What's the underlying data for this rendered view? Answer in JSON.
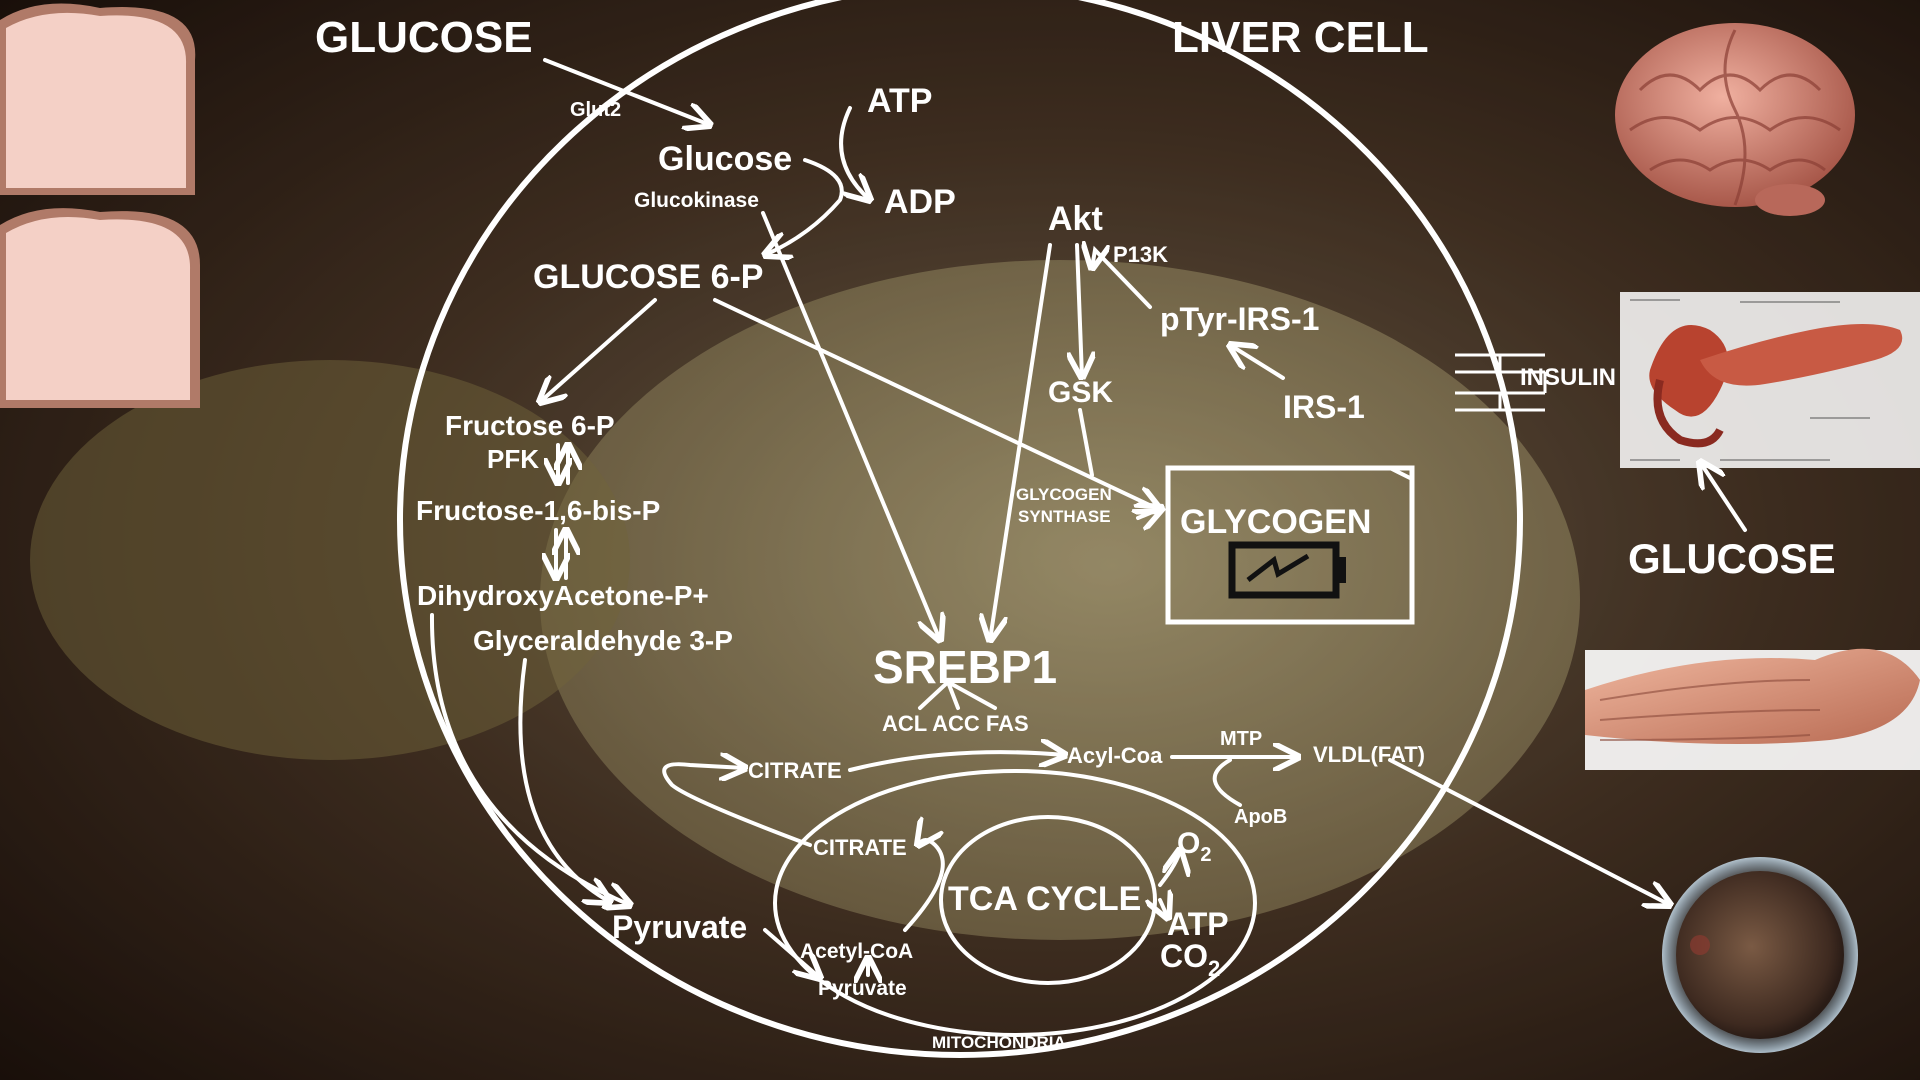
{
  "labels": {
    "glucose_top": "GLUCOSE",
    "liver_cell": "LIVER CELL",
    "glut2": "Glut2",
    "atp_top": "ATP",
    "glucose": "Glucose",
    "adp": "ADP",
    "glucokinase": "Glucokinase",
    "glucose6p": "GLUCOSE 6-P",
    "akt": "Akt",
    "p13k": "P13K",
    "ptyr_irs1": "pTyr-IRS-1",
    "irs1": "IRS-1",
    "gsk": "GSK",
    "fructose6p": "Fructose 6-P",
    "pfk": "PFK",
    "fructose16": "Fructose-1,6-bis-P",
    "dhap": "DihydroxyAcetone-P+",
    "g3p": "Glyceraldehyde 3-P",
    "glycogen_synthase_1": "GLYCOGEN",
    "glycogen_synthase_2": "SYNTHASE",
    "glycogen": "GLYCOGEN",
    "srebp1": "SREBP1",
    "srebp_targets": "ACL ACC FAS",
    "citrate_out": "CITRATE",
    "acyl_coa": "Acyl-Coa",
    "mtp": "MTP",
    "vldl": "VLDL(FAT)",
    "apob": "ApoB",
    "citrate_in": "CITRATE",
    "o2": "O",
    "o2_sub": "2",
    "tca": "TCA CYCLE",
    "atp_mito": "ATP",
    "co2": "CO",
    "co2_sub": "2",
    "pyruvate": "Pyruvate",
    "acetyl_coa": "Acetyl-CoA",
    "pyruvate_small": "Pyruvate",
    "mitochondria": "MITOCHONDRIA",
    "insulin": "INSULIN",
    "glucose_right": "GLUCOSE"
  },
  "icons": [
    "bread-slice-icon",
    "brain-icon",
    "pancreas-icon",
    "muscle-icon",
    "fat-cell-icon",
    "battery-icon"
  ],
  "colors": {
    "line": "#ffffff",
    "bread": "#f2c4b8",
    "brain": "#d98c80",
    "pancreas": "#b8432f",
    "muscle": "#d88a72",
    "fatcell": "#6a4a38",
    "cellglow": "#9cc6e6"
  }
}
